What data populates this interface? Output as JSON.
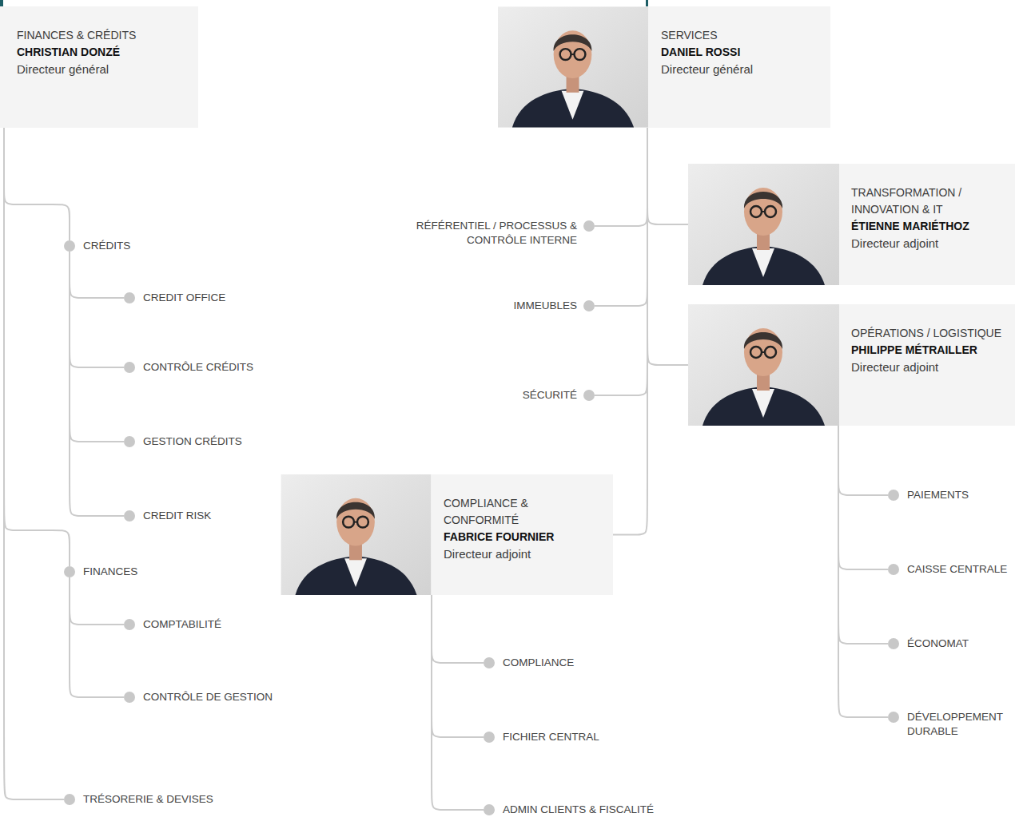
{
  "diagram": {
    "nodes": [
      {
        "text": [
          "FINANCES & CRÉDITS",
          "CHRISTIAN DONZÉ",
          "Directeur général"
        ]
      },
      {
        "text": [
          "CRÉDITS"
        ]
      },
      {
        "text": [
          "CREDIT OFFICE"
        ]
      },
      {
        "text": [
          "CONTRÔLE CRÉDITS"
        ]
      },
      {
        "text": [
          "GESTION CRÉDITS"
        ]
      },
      {
        "text": [
          "CREDIT RISK"
        ]
      },
      {
        "text": [
          "FINANCES"
        ]
      },
      {
        "text": [
          "COMPTABILITÉ"
        ]
      },
      {
        "text": [
          "CONTRÔLE DE GESTION"
        ]
      },
      {
        "text": [
          "TRÉSORERIE & DEVISES"
        ]
      },
      {
        "text": [
          "SERVICES",
          "DANIEL ROSSI",
          "Directeur général"
        ]
      },
      {
        "text": [
          "RÉFÉRENTIEL / PROCESSUS & CONTRÔLE INTERNE"
        ]
      },
      {
        "text": [
          "IMMEUBLES"
        ]
      },
      {
        "text": [
          "SÉCURITÉ"
        ]
      },
      {
        "text": [
          "TRANSFORMATION / INNOVATION & IT",
          "ÉTIENNE MARIÉTHOZ",
          "Directeur adjoint"
        ]
      },
      {
        "text": [
          "OPÉRATIONS / LOGISTIQUE",
          "PHILIPPE MÉTRAILLER",
          "Directeur adjoint"
        ]
      },
      {
        "text": [
          "PAIEMENTS"
        ]
      },
      {
        "text": [
          "CAISSE CENTRALE"
        ]
      },
      {
        "text": [
          "ÉCONOMAT"
        ]
      },
      {
        "text": [
          "DÉVELOPPEMENT DURABLE"
        ]
      },
      {
        "text": [
          "COMPLIANCE & CONFORMITÉ",
          "FABRICE FOURNIER",
          "Directeur adjoint"
        ]
      },
      {
        "text": [
          "COMPLIANCE"
        ]
      },
      {
        "text": [
          "FICHIER CENTRAL"
        ]
      },
      {
        "text": [
          "ADMIN CLIENTS & FISCALITÉ"
        ]
      }
    ],
    "edges": [
      {
        "from": 0,
        "to": 1,
        "arrow": "none"
      },
      {
        "from": 1,
        "to": 2,
        "arrow": "none"
      },
      {
        "from": 1,
        "to": 3,
        "arrow": "none"
      },
      {
        "from": 1,
        "to": 4,
        "arrow": "none"
      },
      {
        "from": 1,
        "to": 5,
        "arrow": "none"
      },
      {
        "from": 0,
        "to": 6,
        "arrow": "none"
      },
      {
        "from": 6,
        "to": 7,
        "arrow": "none"
      },
      {
        "from": 6,
        "to": 8,
        "arrow": "none"
      },
      {
        "from": 0,
        "to": 9,
        "arrow": "none"
      },
      {
        "from": 10,
        "to": 11,
        "arrow": "none"
      },
      {
        "from": 10,
        "to": 12,
        "arrow": "none"
      },
      {
        "from": 10,
        "to": 13,
        "arrow": "none"
      },
      {
        "from": 10,
        "to": 14,
        "arrow": "none"
      },
      {
        "from": 10,
        "to": 15,
        "arrow": "none"
      },
      {
        "from": 10,
        "to": 20,
        "arrow": "none"
      },
      {
        "from": 15,
        "to": 16,
        "arrow": "none"
      },
      {
        "from": 15,
        "to": 17,
        "arrow": "none"
      },
      {
        "from": 15,
        "to": 18,
        "arrow": "none"
      },
      {
        "from": 15,
        "to": 19,
        "arrow": "none"
      },
      {
        "from": 20,
        "to": 21,
        "arrow": "none"
      },
      {
        "from": 20,
        "to": 22,
        "arrow": "none"
      },
      {
        "from": 20,
        "to": 23,
        "arrow": "none"
      }
    ]
  }
}
